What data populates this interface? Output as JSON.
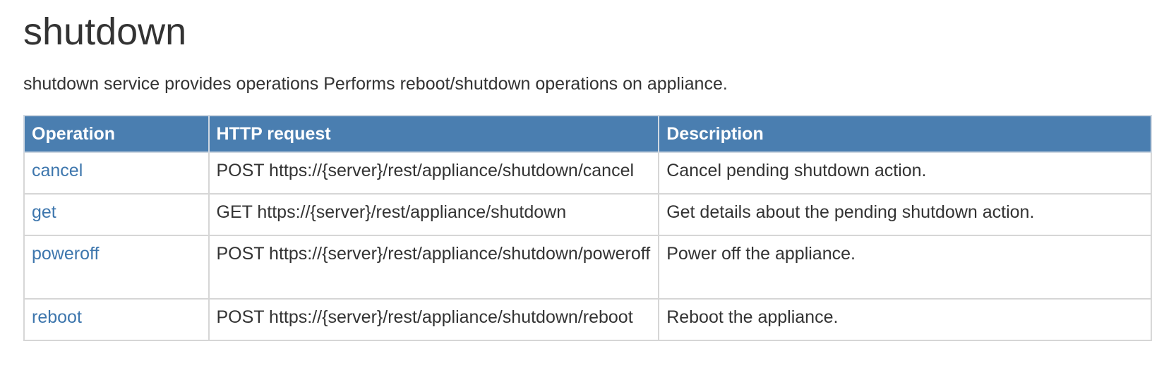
{
  "page": {
    "title": "shutdown",
    "description": "shutdown service provides operations Performs reboot/shutdown operations on appliance."
  },
  "table": {
    "headers": {
      "operation": "Operation",
      "http_request": "HTTP request",
      "description": "Description"
    },
    "rows": [
      {
        "operation": "cancel",
        "http_request": "POST https://{server}/rest/appliance/shutdown/cancel",
        "description": "Cancel pending shutdown action."
      },
      {
        "operation": "get",
        "http_request": "GET https://{server}/rest/appliance/shutdown",
        "description": "Get details about the pending shutdown action."
      },
      {
        "operation": "poweroff",
        "http_request": "POST https://{server}/rest/appliance/shutdown/poweroff",
        "description": "Power off the appliance."
      },
      {
        "operation": "reboot",
        "http_request": "POST https://{server}/rest/appliance/shutdown/reboot",
        "description": "Reboot the appliance."
      }
    ]
  },
  "colors": {
    "header_bg": "#4a7eb0",
    "link": "#3d76ad",
    "text": "#333333",
    "border": "#d6d6d6"
  }
}
